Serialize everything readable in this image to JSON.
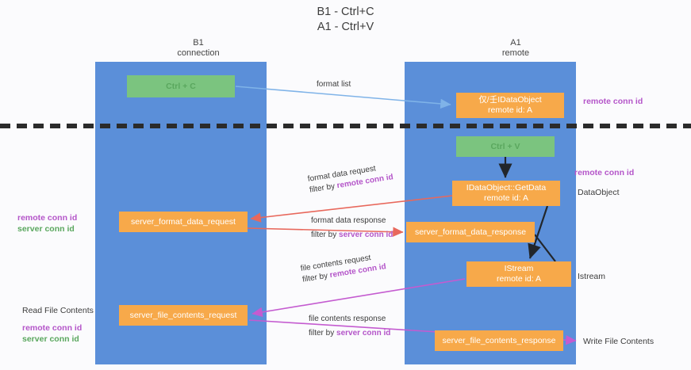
{
  "title": "B1 - Ctrl+C\nA1 - Ctrl+V",
  "lanes": [
    {
      "id": "b1",
      "header": "B1\nconnection"
    },
    {
      "id": "a1",
      "header": "A1\nremote"
    }
  ],
  "boxes": {
    "ctrl_c": "Ctrl + C",
    "idataobject": "仅/壬IDataObject\nremote id: A",
    "ctrl_v": "Ctrl + V",
    "getdata": "IDataObject::GetData\nremote id: A",
    "server_format_data_request": "server_format_data_request",
    "server_format_data_response": "server_format_data_response",
    "istream": "IStream\nremote id: A",
    "server_file_contents_request": "server_file_contents_request",
    "server_file_contents_response": "server_file_contents_response"
  },
  "edge_labels": {
    "format_list": "format list",
    "format_data_request": "format data request",
    "format_data_request_filter_prefix": "filter by ",
    "format_data_request_filter_key": "remote conn id",
    "format_data_response": "format data response",
    "format_data_response_filter_prefix": "filter by ",
    "format_data_response_filter_key": "server conn id",
    "file_contents_request": "file contents request",
    "file_contents_request_filter_prefix": "filter by ",
    "file_contents_request_filter_key": "remote conn id",
    "file_contents_response": "file contents response",
    "file_contents_response_filter_prefix": "filter by ",
    "file_contents_response_filter_key": "server conn id"
  },
  "annotations": {
    "right_remote_conn_id_top": "remote conn id",
    "right_remote_conn_id_mid": "remote conn id",
    "right_dataobject": "DataObject",
    "right_istream": "Istream",
    "right_write_file_contents": "Write File Contents",
    "left_remote_conn_id": "remote conn id",
    "left_server_conn_id": "server conn id",
    "left_read_file_contents": "Read File Contents",
    "left_remote_conn_id_2": "remote conn id",
    "left_server_conn_id_2": "server conn id"
  },
  "colors": {
    "lane": "#5b8fd9",
    "green_box": "#7bc47f",
    "orange_box": "#f7a94a",
    "purple_text": "#b455c9",
    "green_text": "#5aa75e",
    "arrow_blue": "#7fb3e8",
    "arrow_red": "#e8685c",
    "arrow_magenta": "#c45bd0",
    "arrow_dark": "#2b2b2b",
    "background": "#fbfbfd"
  }
}
